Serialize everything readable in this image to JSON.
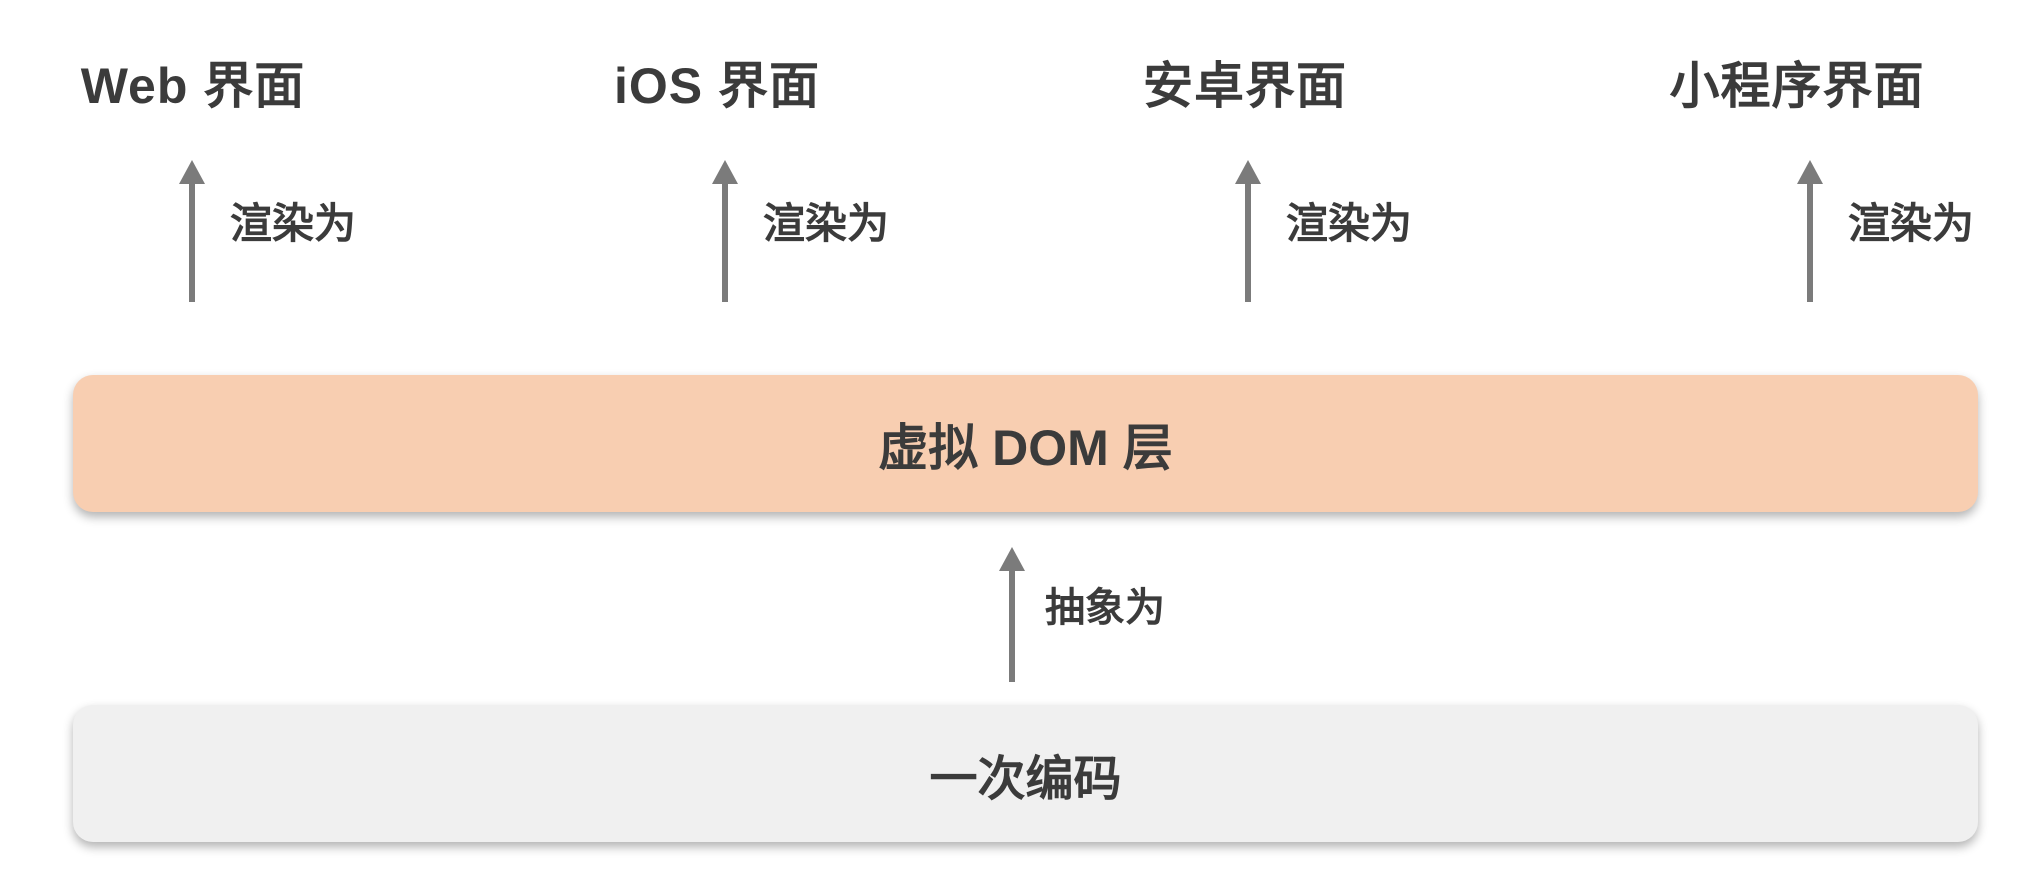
{
  "diagram": {
    "title_hint": "virtual-dom-cross-platform-diagram",
    "platforms": [
      {
        "label": "Web 界面",
        "arrow_label": "渲染为"
      },
      {
        "label": "iOS 界面",
        "arrow_label": "渲染为"
      },
      {
        "label": "安卓界面",
        "arrow_label": "渲染为"
      },
      {
        "label": "小程序界面",
        "arrow_label": "渲染为"
      }
    ],
    "vdom_layer_label": "虚拟 DOM 层",
    "abstract_arrow_label": "抽象为",
    "codebase_label": "一次编码"
  },
  "colors": {
    "background": "#FFFFFF",
    "vdom_layer_bg": "#F8CEB1",
    "codebase_bg": "#F0F0F0",
    "arrow": "#7B7B7B",
    "text": "#3B3B3B"
  }
}
